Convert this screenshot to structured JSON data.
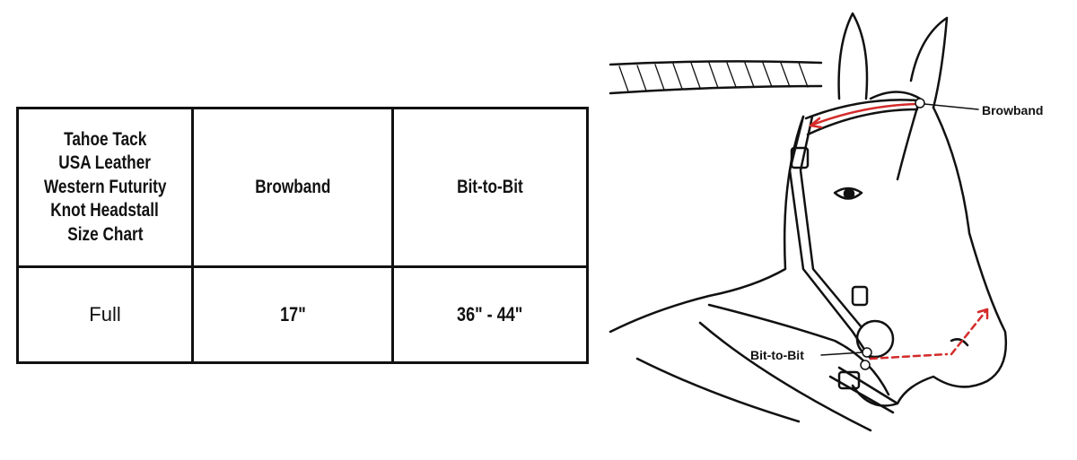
{
  "table": {
    "title_lines": [
      "Tahoe Tack",
      "USA Leather",
      "Western Futurity",
      "Knot Headstall",
      "Size Chart"
    ],
    "headers": [
      "Browband",
      "Bit-to-Bit"
    ],
    "rows": [
      {
        "size": "Full",
        "browband": "17\"",
        "bit_to_bit": "36\" - 44\""
      }
    ]
  },
  "diagram": {
    "labels": {
      "browband": "Browband",
      "bit_to_bit": "Bit-to-Bit"
    },
    "arrow_color": "#d42a2a"
  }
}
